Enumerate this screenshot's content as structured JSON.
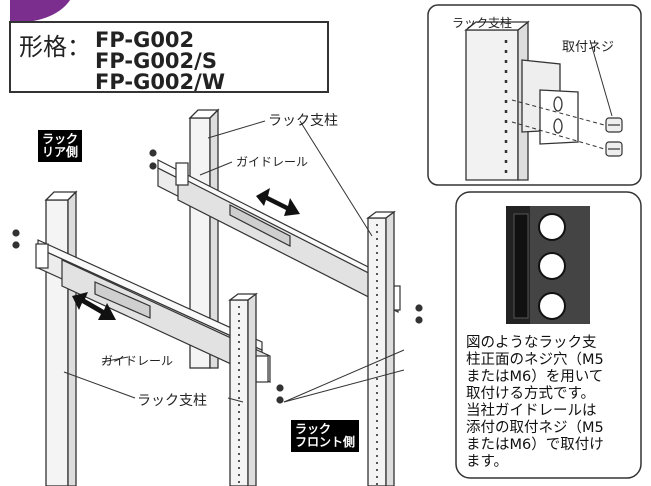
{
  "model": {
    "label": "形格：",
    "numbers": [
      "FP-G002",
      "FP-G002/S",
      "FP-G002/W"
    ]
  },
  "labels": {
    "rack_rear": [
      "ラック",
      "リア側"
    ],
    "rack_front": [
      "ラック",
      "フロント側"
    ],
    "rack_post_top": "ラック支柱",
    "rack_post_bottom": "ラック支柱",
    "guide_rail_top": "ガイドレール",
    "guide_rail_bottom": "ガイドレール",
    "inset_post": "ラック支柱",
    "inset_screw": "取付ネジ"
  },
  "description": [
    "図のようなラック支",
    "柱正面のネジ穴（M5",
    "またはM6）を用いて",
    "取付ける方式です。",
    "当社ガイドレールは",
    "添付の取付ネジ（M5",
    "またはM6）で取付け",
    "ます。"
  ],
  "colors": {
    "accent": "#7b2e8e",
    "line": "#333333",
    "rail_fill": "#ececec"
  }
}
